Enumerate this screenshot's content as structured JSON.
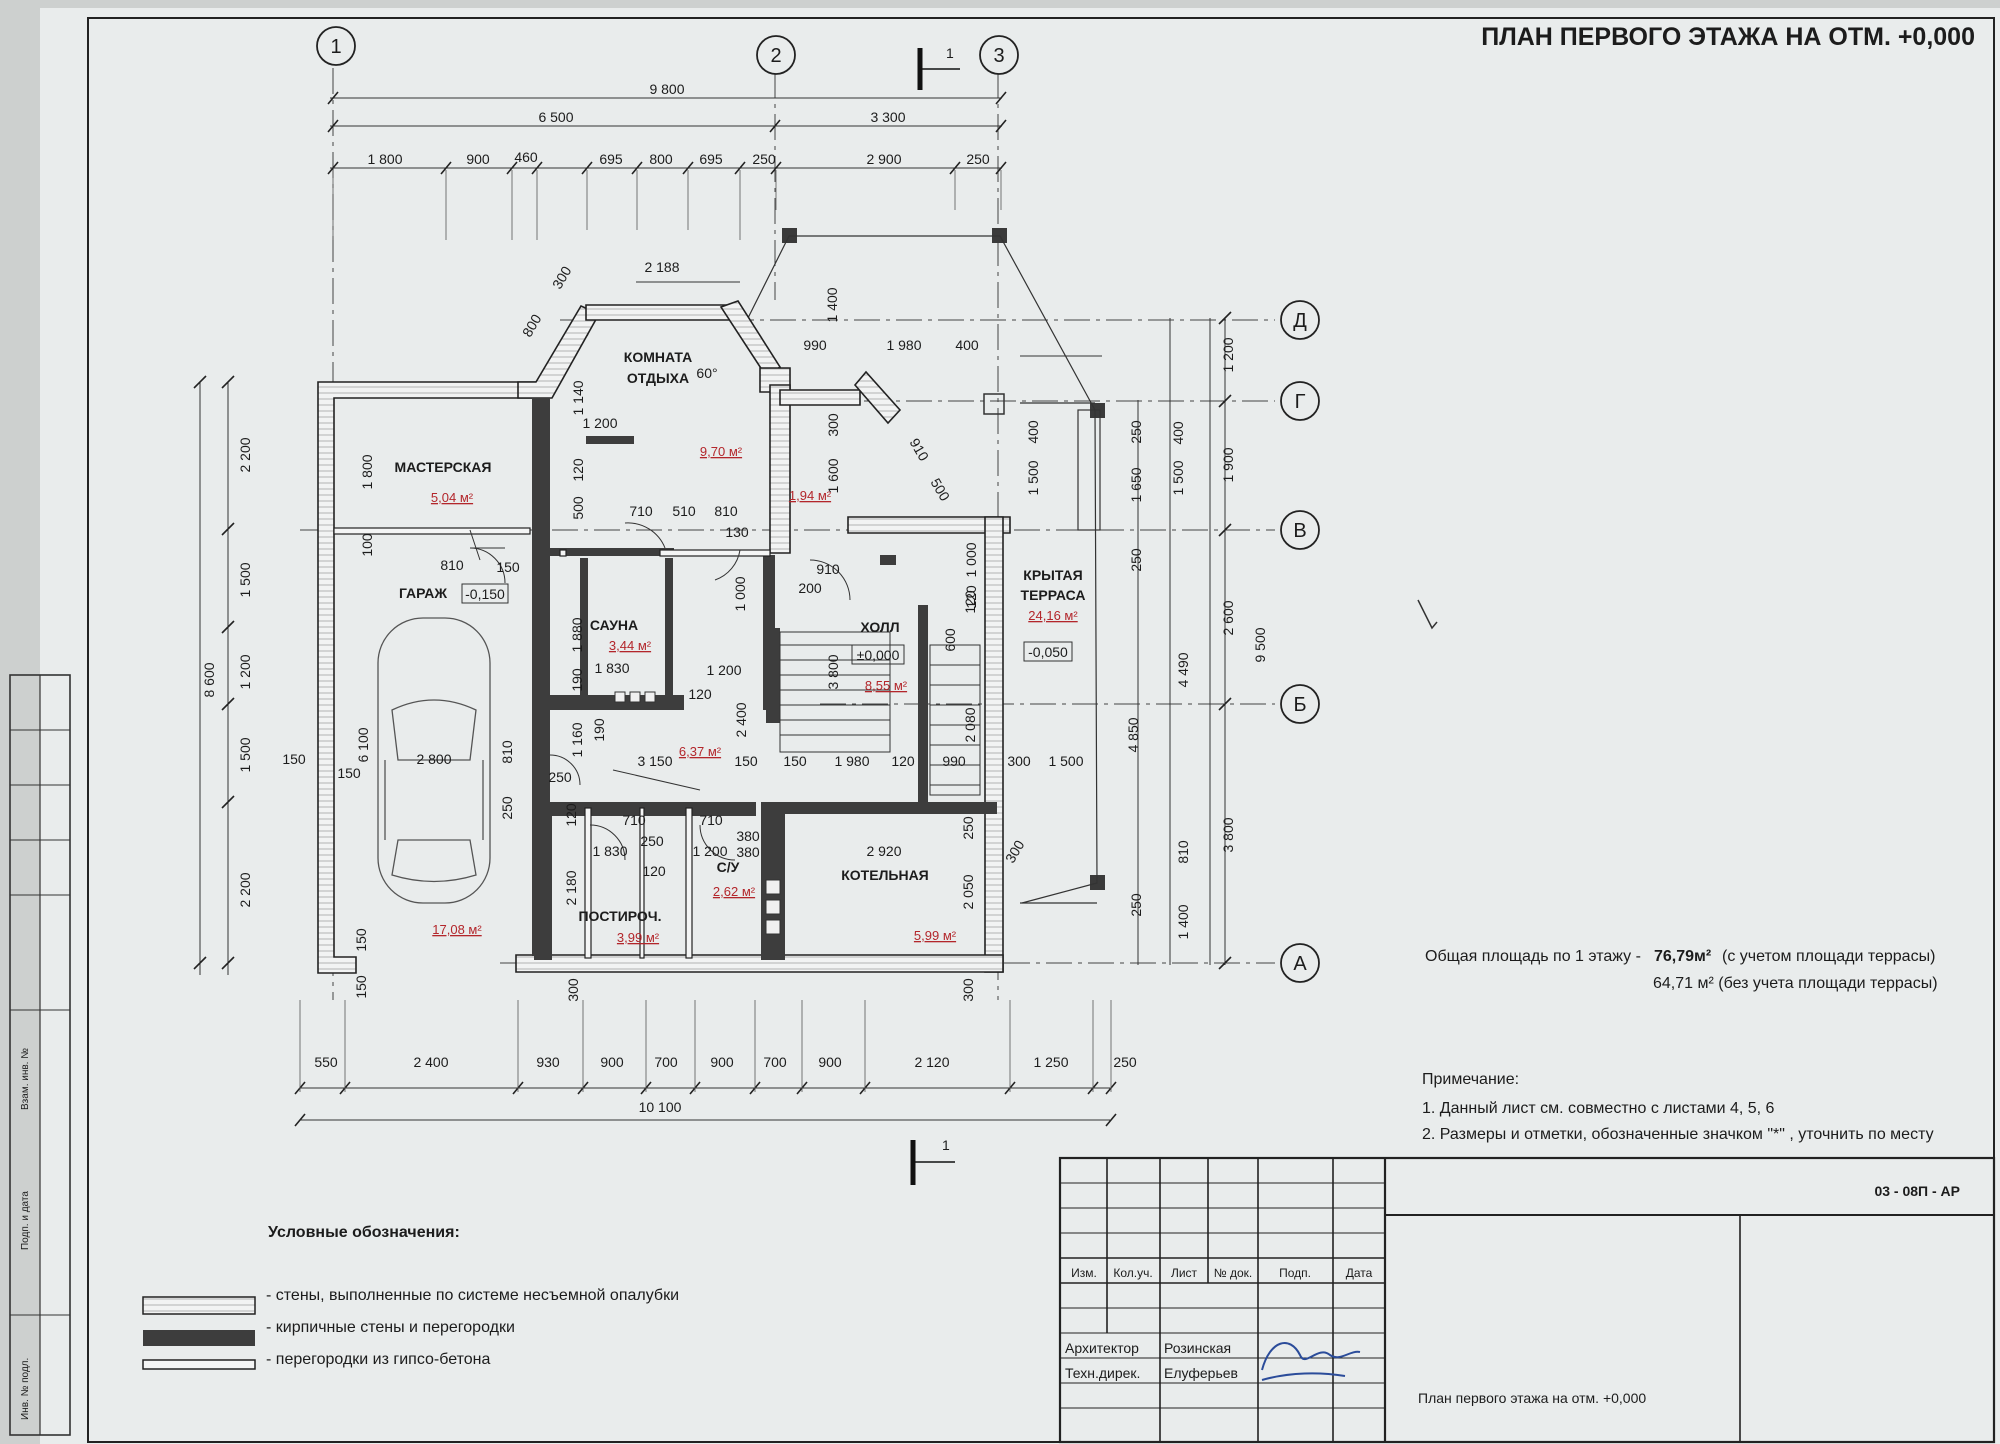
{
  "title": "ПЛАН ПЕРВОГО ЭТАЖА НА ОТМ. +0,000",
  "axes": {
    "columns": [
      "1",
      "2",
      "3"
    ],
    "rows": [
      "Д",
      "Г",
      "В",
      "Б",
      "А"
    ]
  },
  "section_mark": "1",
  "dimensions": {
    "top_overall": "9 800",
    "top_left": "6 500",
    "top_right": "3 300",
    "top_chain": [
      "1 800",
      "900",
      "460",
      "695",
      "800",
      "695",
      "250",
      "2 900",
      "250"
    ],
    "bay_width": "2 188",
    "bottom_chain": [
      "550",
      "2 400",
      "930",
      "900",
      "700",
      "900",
      "700",
      "900",
      "2 120",
      "1 250",
      "250"
    ],
    "bottom_overall": "10 100",
    "left_chain": [
      "2 200",
      "1 500",
      "1 200",
      "1 500",
      "2 200"
    ],
    "left_overall": "8 600",
    "right_outer": [
      "1 200",
      "1 900",
      "2 600",
      "3 800"
    ],
    "right_overall": "9 500",
    "right_inner": [
      "4 490",
      "4 850"
    ],
    "terrace_chain": [
      "400",
      "1 500",
      "250",
      "1 650",
      "250",
      "810",
      "1 400",
      "250"
    ],
    "terrace_top": [
      "990",
      "1 980",
      "400"
    ],
    "diagonal": [
      "300",
      "800",
      "300",
      "300",
      "910",
      "500",
      "1 400"
    ],
    "interior": [
      "1 200",
      "1 140",
      "1 800",
      "100",
      "810",
      "150",
      "710",
      "510",
      "810",
      "130",
      "120",
      "500",
      "1 600",
      "910",
      "200",
      "1 000",
      "1 880",
      "1 830",
      "190",
      "1 200",
      "120",
      "2 400",
      "3 800",
      "600",
      "120",
      "2 080",
      "1 160",
      "190",
      "3 150",
      "150",
      "150",
      "1 980",
      "120",
      "990",
      "300",
      "1 500",
      "6 100",
      "2 800",
      "150",
      "150",
      "810",
      "250",
      "250",
      "120",
      "710",
      "1 830",
      "250",
      "120",
      "710",
      "380",
      "380",
      "1 200",
      "2 920",
      "2 180",
      "2 050",
      "250",
      "300",
      "150",
      "150",
      "300",
      "300",
      "1 000",
      "120"
    ],
    "angle": "60°"
  },
  "rooms": [
    {
      "name": "МАСТЕРСКАЯ",
      "area": "5,04 м²"
    },
    {
      "name": "КОМНАТА ОТДЫХА",
      "area": "9,70 м²"
    },
    {
      "name": "ГАРАЖ",
      "area": "17,08 м²",
      "level": "-0,150"
    },
    {
      "name": "САУНА",
      "area": "3,44 м²"
    },
    {
      "name": "ХОЛЛ",
      "area": "8,55 м²",
      "level": "±0,000"
    },
    {
      "name": "КРЫТАЯ ТЕРРАСА",
      "area": "24,16 м²",
      "level": "-0,050"
    },
    {
      "name": "С/У",
      "area": "2,62 м²"
    },
    {
      "name": "ПОСТИРОЧ.",
      "area": "3,99 м²"
    },
    {
      "name": "КОТЕЛЬНАЯ",
      "area": "5,99 м²"
    }
  ],
  "corridor_areas": [
    "1,94 м²",
    "6,37 м²"
  ],
  "summary": {
    "label": "Общая площадь по  1 этажу -",
    "total": "76,79м²",
    "total_note": "(с учетом площади террасы)",
    "without": "64,71 м² (без учета площади террасы)"
  },
  "notes": {
    "heading": "Примечание:",
    "items": [
      "1. Данный лист см. совместно с листами 4, 5, 6",
      "2. Размеры и отметки, обозначенные значком \"*\" , уточнить по месту"
    ]
  },
  "legend": {
    "heading": "Условные обозначения:",
    "items": [
      "- стены, выполненные по системе несъемной опалубки",
      "- кирпичные стены и перегородки",
      "- перегородки из гипсо-бетона"
    ]
  },
  "stamp": {
    "code": "03 - 08П - АР",
    "headers": [
      "Изм.",
      "Кол.уч.",
      "Лист",
      "№ док.",
      "Подп.",
      "Дата"
    ],
    "rows": [
      {
        "role": "Архитектор",
        "name": "Розинская"
      },
      {
        "role": "Техн.дирек.",
        "name": "Елуферьев"
      }
    ],
    "sheet_title": "План первого этажа на отм. +0,000"
  },
  "side_labels": [
    "Взам. инв. №",
    "Подп. и дата",
    "Инв. № подл."
  ],
  "colors": {
    "paper": "#e9ecec",
    "ink": "#1c1c1c",
    "area_text": "#b3262b",
    "brick_wall": "#3d3d3d",
    "background": "#cdd0cf"
  }
}
